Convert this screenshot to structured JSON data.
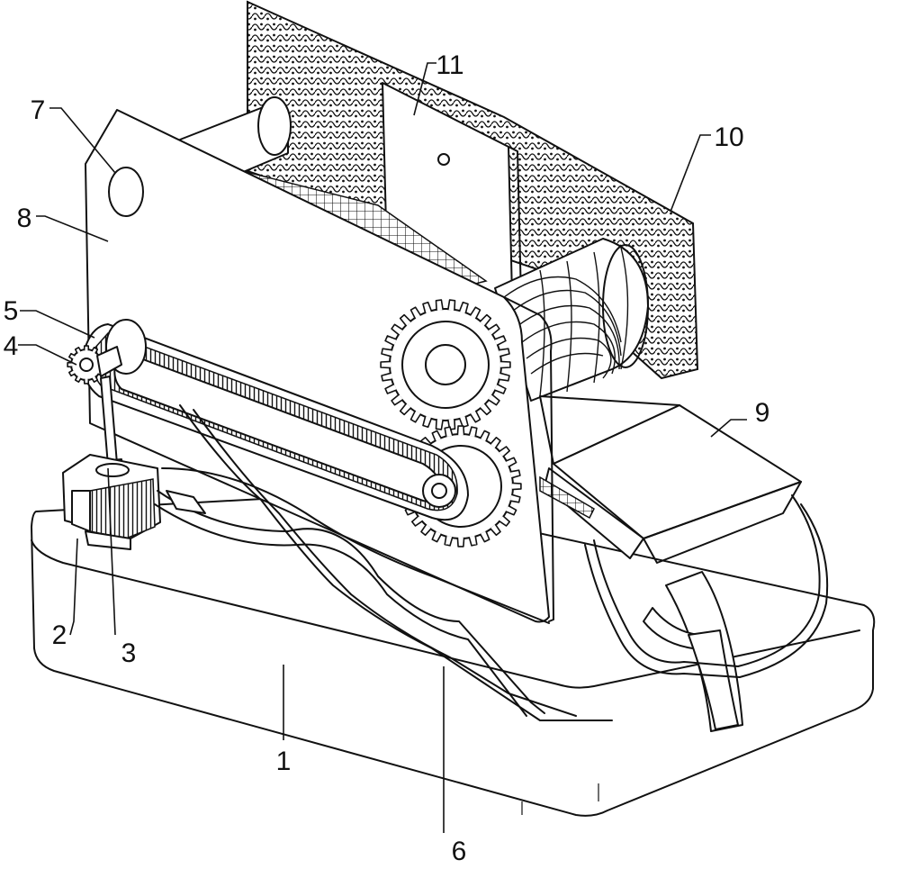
{
  "figure": {
    "labels": [
      {
        "id": "base",
        "text": "1"
      },
      {
        "id": "motor",
        "text": "2"
      },
      {
        "id": "shaft",
        "text": "3"
      },
      {
        "id": "small-gear",
        "text": "4"
      },
      {
        "id": "belt",
        "text": "5"
      },
      {
        "id": "hose",
        "text": "6"
      },
      {
        "id": "hole",
        "text": "7"
      },
      {
        "id": "side-plate",
        "text": "8"
      },
      {
        "id": "chute",
        "text": "9"
      },
      {
        "id": "mesh-screen",
        "text": "10"
      },
      {
        "id": "top-plate",
        "text": "11"
      }
    ]
  }
}
